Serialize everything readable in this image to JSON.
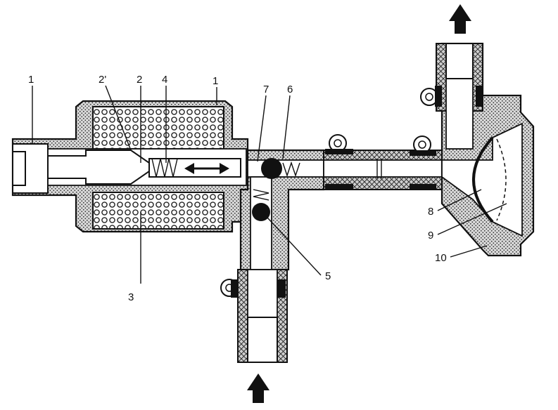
{
  "labels": [
    {
      "id": "label-1-left",
      "text": "1"
    },
    {
      "id": "label-2-prime",
      "text": "2'"
    },
    {
      "id": "label-2",
      "text": "2"
    },
    {
      "id": "label-4",
      "text": "4"
    },
    {
      "id": "label-1-right",
      "text": "1"
    },
    {
      "id": "label-7",
      "text": "7"
    },
    {
      "id": "label-6",
      "text": "6"
    },
    {
      "id": "label-3",
      "text": "3"
    },
    {
      "id": "label-5",
      "text": "5"
    },
    {
      "id": "label-8",
      "text": "8"
    },
    {
      "id": "label-9",
      "text": "9"
    },
    {
      "id": "label-10",
      "text": "10"
    }
  ],
  "colors": {
    "ink": "#111111",
    "paper": "#ffffff"
  },
  "icons": [
    "outlet-arrow-icon",
    "inlet-arrow-icon",
    "double-arrow-icon"
  ]
}
